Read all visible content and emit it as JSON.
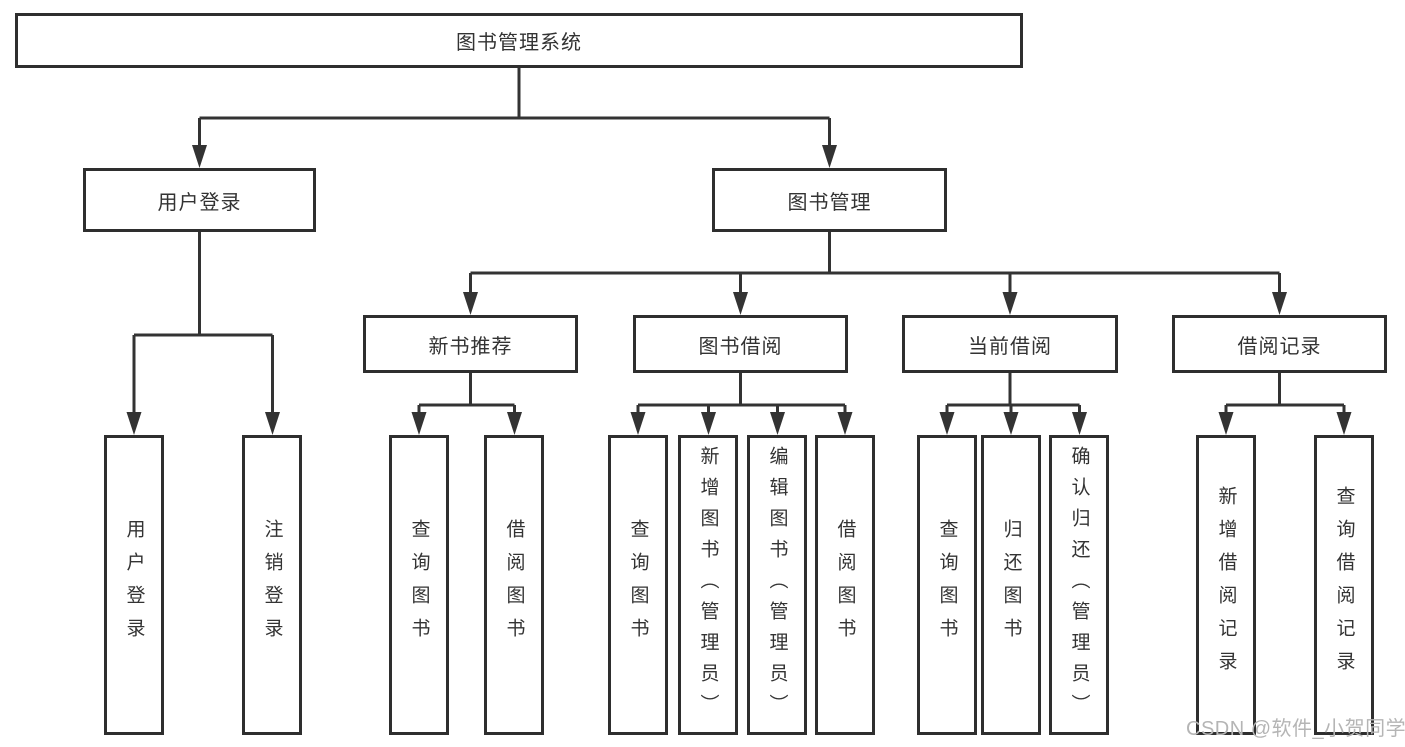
{
  "diagram": {
    "type": "hierarchy-tree",
    "colors": {
      "line": "#333333",
      "box_border": "#2e2e2e",
      "text": "#333333",
      "watermark": "#b5b5b5",
      "background": "#ffffff"
    },
    "root": {
      "label": "图书管理系统",
      "children": [
        {
          "label": "用户登录",
          "children": [
            {
              "label": "用户登录"
            },
            {
              "label": "注销登录"
            }
          ]
        },
        {
          "label": "图书管理",
          "children": [
            {
              "label": "新书推荐",
              "children": [
                {
                  "label": "查询图书"
                },
                {
                  "label": "借阅图书"
                }
              ]
            },
            {
              "label": "图书借阅",
              "children": [
                {
                  "label": "查询图书"
                },
                {
                  "label": "新增图书（管理员）"
                },
                {
                  "label": "编辑图书（管理员）"
                },
                {
                  "label": "借阅图书"
                }
              ]
            },
            {
              "label": "当前借阅",
              "children": [
                {
                  "label": "查询图书"
                },
                {
                  "label": "归还图书"
                },
                {
                  "label": "确认归还（管理员）"
                }
              ]
            },
            {
              "label": "借阅记录",
              "children": [
                {
                  "label": "新增借阅记录"
                },
                {
                  "label": "查询借阅记录"
                }
              ]
            }
          ]
        }
      ]
    },
    "watermark": "CSDN @软件_小贺同学"
  }
}
